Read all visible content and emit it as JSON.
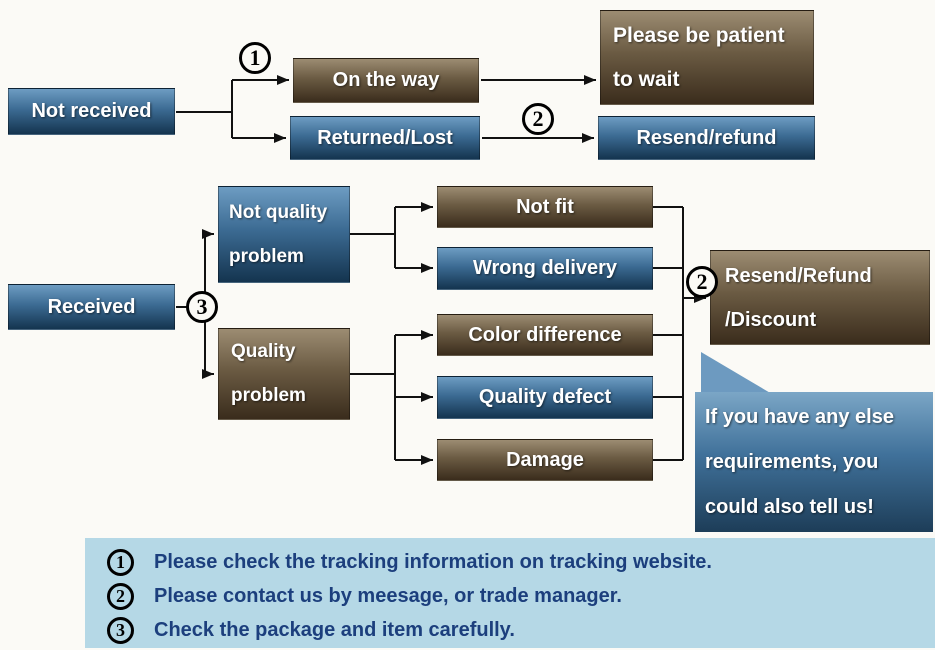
{
  "nodes": {
    "not_received": "Not received",
    "on_the_way": "On the way",
    "returned_lost": "Returned/Lost",
    "be_patient_1": "Please be patient",
    "be_patient_2": "to wait",
    "resend_refund": "Resend/refund",
    "received": "Received",
    "not_quality_1": "Not quality",
    "not_quality_2": "problem",
    "quality_1": "Quality",
    "quality_2": "problem",
    "not_fit": "Not fit",
    "wrong_delivery": "Wrong delivery",
    "color_difference": "Color difference",
    "quality_defect": "Quality defect",
    "damage": "Damage",
    "resend_discount_1": "Resend/Refund",
    "resend_discount_2": "/Discount",
    "bubble_1": "If you have any else",
    "bubble_2": "requirements, you",
    "bubble_3": "could also tell us!"
  },
  "markers": {
    "step1": "1",
    "step2": "2",
    "step3": "3"
  },
  "legend": {
    "items": [
      {
        "num": "1",
        "text": "Please check the tracking information on tracking website."
      },
      {
        "num": "2",
        "text": "Please contact us by meesage, or trade manager."
      },
      {
        "num": "3",
        "text": "Check the package and item carefully."
      }
    ]
  },
  "colors": {
    "blue_box_top": "#6d9cc2",
    "blue_box_bottom": "#14344f",
    "brown_box_top": "#9c8c72",
    "brown_box_bottom": "#3a2c1c",
    "bubble_top": "#7ba6c6",
    "legend_bg": "#b5d8e6",
    "legend_text": "#1c3f7d",
    "connector": "#111111"
  }
}
